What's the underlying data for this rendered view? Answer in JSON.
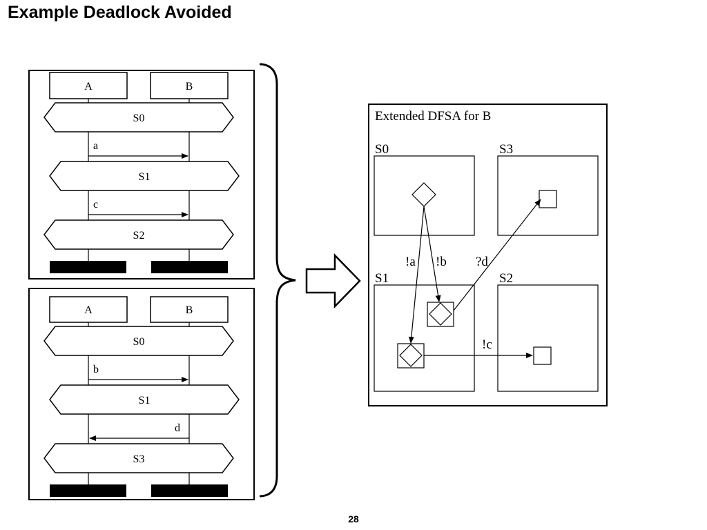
{
  "title": "Example Deadlock Avoided",
  "page_number": "28",
  "scenarios": [
    {
      "processes": [
        "A",
        "B"
      ],
      "states": [
        "S0",
        "S1",
        "S2"
      ],
      "messages": [
        {
          "label": "a",
          "from": "A",
          "to": "B"
        },
        {
          "label": "c",
          "from": "A",
          "to": "B"
        }
      ]
    },
    {
      "processes": [
        "A",
        "B"
      ],
      "states": [
        "S0",
        "S1",
        "S3"
      ],
      "messages": [
        {
          "label": "b",
          "from": "A",
          "to": "B"
        },
        {
          "label": "d",
          "from": "B",
          "to": "A"
        }
      ]
    }
  ],
  "dfsa": {
    "title": "Extended DFSA for B",
    "states": [
      "S0",
      "S3",
      "S1",
      "S2"
    ],
    "transitions": [
      {
        "label": "!a",
        "from": "S0",
        "to": "S1"
      },
      {
        "label": "!b",
        "from": "S0",
        "to": "S1"
      },
      {
        "label": "?d",
        "from": "S1",
        "to": "S3"
      },
      {
        "label": "!c",
        "from": "S1",
        "to": "S2"
      }
    ]
  }
}
